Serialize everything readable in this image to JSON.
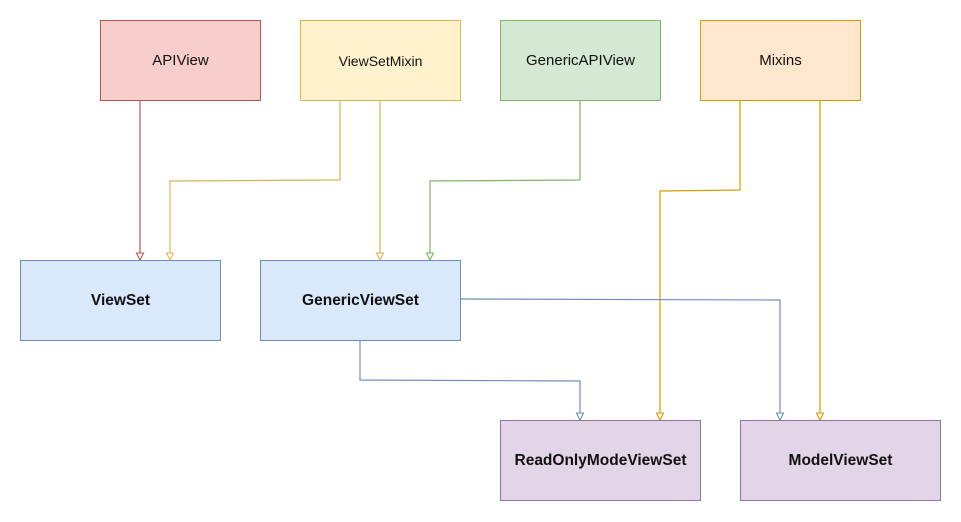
{
  "diagram": {
    "nodes": [
      {
        "id": "apiview",
        "label": "APIView",
        "fill": "#f8cecc",
        "stroke": "#b85450"
      },
      {
        "id": "viewsetmixin",
        "label": "ViewSetMixin",
        "fill": "#fff2cc",
        "stroke": "#d6b656"
      },
      {
        "id": "genericapiview",
        "label": "GenericAPIView",
        "fill": "#d5e8d4",
        "stroke": "#82b366"
      },
      {
        "id": "mixins",
        "label": "Mixins",
        "fill": "#ffe6cc",
        "stroke": "#d79b00"
      },
      {
        "id": "viewset",
        "label": "ViewSet",
        "fill": "#dae8fc",
        "stroke": "#6c8ebf"
      },
      {
        "id": "genericviewset",
        "label": "GenericViewSet",
        "fill": "#dae8fc",
        "stroke": "#6c8ebf"
      },
      {
        "id": "readonlymodeviewset",
        "label": "ReadOnlyModeViewSet",
        "fill": "#e1d5e7",
        "stroke": "#9673a6"
      },
      {
        "id": "modelviewset",
        "label": "ModelViewSet",
        "fill": "#e1d5e7",
        "stroke": "#9673a6"
      }
    ],
    "edges": [
      {
        "from": "apiview",
        "to": "viewset",
        "color": "#b85450"
      },
      {
        "from": "viewsetmixin",
        "to": "viewset",
        "color": "#d6b656"
      },
      {
        "from": "viewsetmixin",
        "to": "genericviewset",
        "color": "#d6b656"
      },
      {
        "from": "genericapiview",
        "to": "genericviewset",
        "color": "#82b366"
      },
      {
        "from": "mixins",
        "to": "readonlymodeviewset",
        "color": "#d79b00"
      },
      {
        "from": "mixins",
        "to": "modelviewset",
        "color": "#d79b00"
      },
      {
        "from": "genericviewset",
        "to": "readonlymodeviewset",
        "color": "#6c8ebf"
      },
      {
        "from": "genericviewset",
        "to": "modelviewset",
        "color": "#6c8ebf"
      }
    ]
  }
}
